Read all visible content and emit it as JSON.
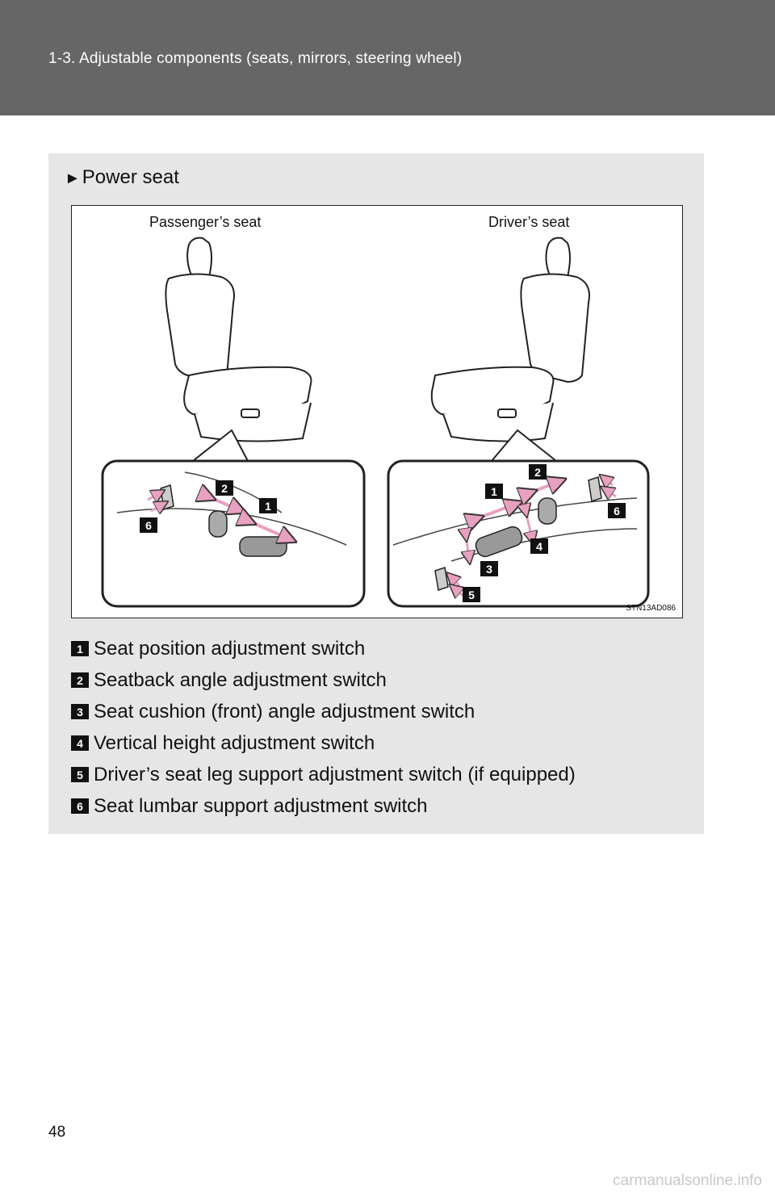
{
  "header": {
    "title": "1-3. Adjustable components (seats, mirrors, steering wheel)"
  },
  "section": {
    "marker": "►",
    "title": "Power seat"
  },
  "figure": {
    "passenger_label": "Passenger’s seat",
    "driver_label": "Driver’s seat",
    "code": "STN13AD086",
    "callouts": [
      "1",
      "2",
      "3",
      "4",
      "5",
      "6"
    ]
  },
  "legend": [
    {
      "num": "1",
      "text": "Seat position adjustment switch"
    },
    {
      "num": "2",
      "text": "Seatback angle adjustment switch"
    },
    {
      "num": "3",
      "text": "Seat cushion (front) angle adjustment switch"
    },
    {
      "num": "4",
      "text": "Vertical height adjustment switch"
    },
    {
      "num": "5",
      "text": "Driver’s seat leg support adjustment switch (if equipped)"
    },
    {
      "num": "6",
      "text": "Seat lumbar support adjustment switch"
    }
  ],
  "page": {
    "number": "48"
  },
  "watermark": "carmanualsonline.info",
  "colors": {
    "header": "#666666",
    "panel": "#e6e6e6",
    "arrow": "#e8a0c0"
  }
}
